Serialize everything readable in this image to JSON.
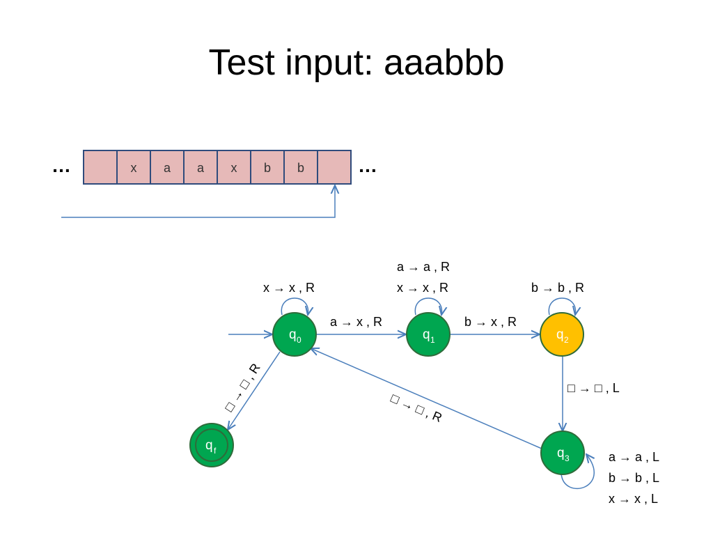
{
  "slide": {
    "title": "Test input: aaabbb",
    "ellipsis_left": "…",
    "ellipsis_right": "…"
  },
  "tape": {
    "cells": [
      "",
      "x",
      "a",
      "a",
      "x",
      "b",
      "b",
      ""
    ],
    "fill_color": "#e6b9b8",
    "border_color": "#2f4b7c",
    "head_index": 7
  },
  "states": [
    {
      "id": "q0",
      "label": "q",
      "sub": "0",
      "color": "#00a650"
    },
    {
      "id": "q1",
      "label": "q",
      "sub": "1",
      "color": "#00a650"
    },
    {
      "id": "q2",
      "label": "q",
      "sub": "2",
      "color": "#ffc000"
    },
    {
      "id": "q3",
      "label": "q",
      "sub": "3",
      "color": "#00a650"
    },
    {
      "id": "qf",
      "label": "q",
      "sub": "f",
      "color": "#00a650",
      "accepting": true
    }
  ],
  "transitions": {
    "q0_self": "x → x , R",
    "q0_q1": "a → x , R",
    "q1_self_1": "a → a , R",
    "q1_self_2": "x → x , R",
    "q1_q2": "b → x , R",
    "q2_self": "b → b , R",
    "q2_q3": "□ → □ , L",
    "q3_q0": "□ → □ , R",
    "q0_qf": "□ → □ , R",
    "q3_self_1": "a → a , L",
    "q3_self_2": "b → b , L",
    "q3_self_3": "x → x , L"
  },
  "colors": {
    "edge": "#4a7ebb",
    "state_border": "#2f6b3a"
  }
}
